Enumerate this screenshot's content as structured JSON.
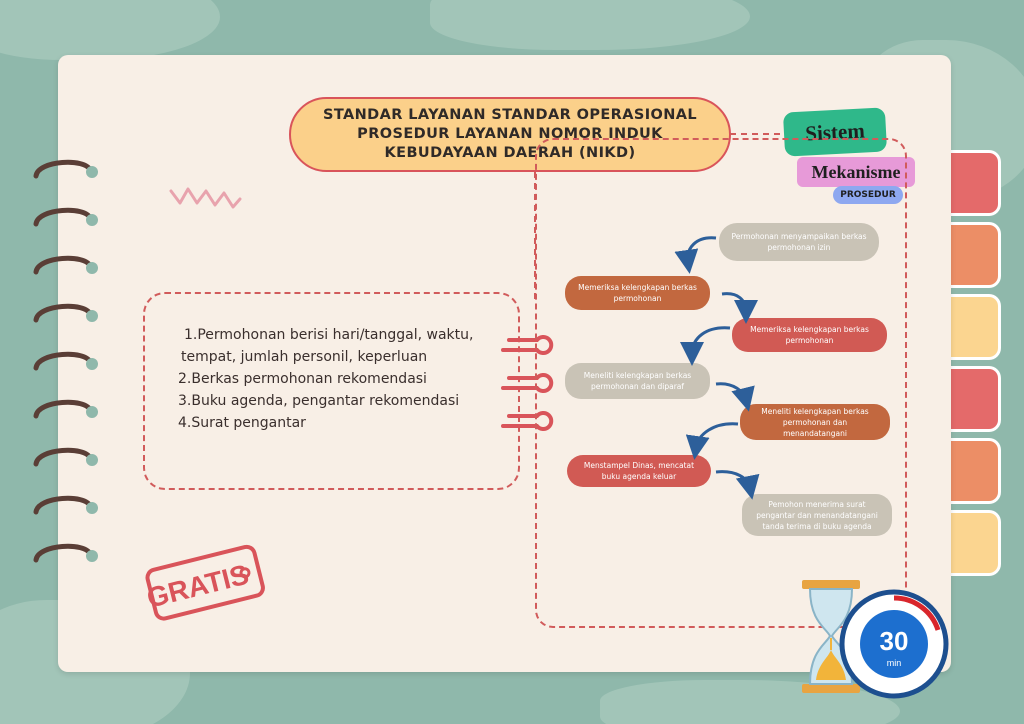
{
  "title": "STANDAR LAYANAN STANDAR OPERASIONAL\nPROSEDUR LAYANAN NOMOR INDUK\nKEBUDAYAAN DAERAH (NIKD)",
  "badges": {
    "sistem": "Sistem",
    "mekanisme": "Mekanisme",
    "prosedur": "PROSEDUR"
  },
  "requirements": [
    "1.Permohonan berisi hari/tanggal, waktu,",
    "tempat, jumlah personil, keperluan",
    "2.Berkas permohonan rekomendasi",
    "3.Buku agenda, pengantar rekomendasi",
    "4.Surat pengantar"
  ],
  "steps": [
    {
      "text": "Permohonan menyampaikan berkas permohonan izin",
      "color": "#c9c3b6"
    },
    {
      "text": "Memeriksa kelengkapan berkas permohonan",
      "color": "#c2683f"
    },
    {
      "text": "Memeriksa kelengkapan berkas permohonan",
      "color": "#d15a54"
    },
    {
      "text": "Meneliti kelengkapan berkas permohonan dan diparaf",
      "color": "#c9c3b6"
    },
    {
      "text": "Meneliti kelengkapan berkas permohonan dan menandatangani",
      "color": "#c2683f"
    },
    {
      "text": "Menstampel Dinas, mencatat buku agenda keluar",
      "color": "#d15a54"
    },
    {
      "text": "Pemohon menerima surat pengantar dan menandatangani tanda terima di buku agenda",
      "color": "#c9c3b6"
    }
  ],
  "stamp": "GRATIS",
  "timer": {
    "value": "30",
    "unit": "min"
  },
  "colors": {
    "background": "#8fb8ab",
    "paper": "#f8efe6",
    "accent_red": "#d15b5b",
    "title_fill": "#fbd08a",
    "arrow_blue": "#2d5f9a",
    "badge_green": "#2fb88a",
    "badge_pink": "#e79ad8",
    "badge_blue": "#8ea8f0"
  }
}
